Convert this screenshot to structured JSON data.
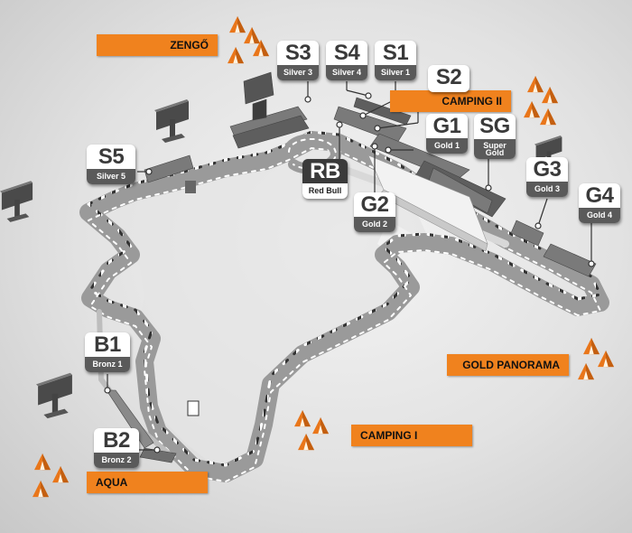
{
  "areas": {
    "zengo": "ZENGŐ",
    "camping_ii": "CAMPING II",
    "gold_panorama": "GOLD PANORAMA",
    "camping_i": "CAMPING I",
    "aqua": "AQUA"
  },
  "stands": [
    {
      "code": "S3",
      "name": "Silver 3"
    },
    {
      "code": "S4",
      "name": "Silver 4"
    },
    {
      "code": "S1",
      "name": "Silver 1"
    },
    {
      "code": "S2",
      "name": ""
    },
    {
      "code": "G1",
      "name": "Gold 1"
    },
    {
      "code": "SG",
      "name": "Super Gold"
    },
    {
      "code": "S5",
      "name": "Silver 5"
    },
    {
      "code": "RB",
      "name": "Red Bull"
    },
    {
      "code": "G2",
      "name": "Gold 2"
    },
    {
      "code": "G3",
      "name": "Gold 3"
    },
    {
      "code": "G4",
      "name": "Gold 4"
    },
    {
      "code": "B1",
      "name": "Bronz 1"
    },
    {
      "code": "B2",
      "name": "Bronz 2"
    }
  ],
  "colors": {
    "area_label": "#f0821e",
    "badge_bg": "#ffffff",
    "badge_footer": "#5a5a5a",
    "badge_dark": "#3a3a3a",
    "track": "#8a8a8a",
    "tent": "#f0821e"
  },
  "icons": {
    "tent": "tent-icon",
    "screen": "screen-icon"
  }
}
